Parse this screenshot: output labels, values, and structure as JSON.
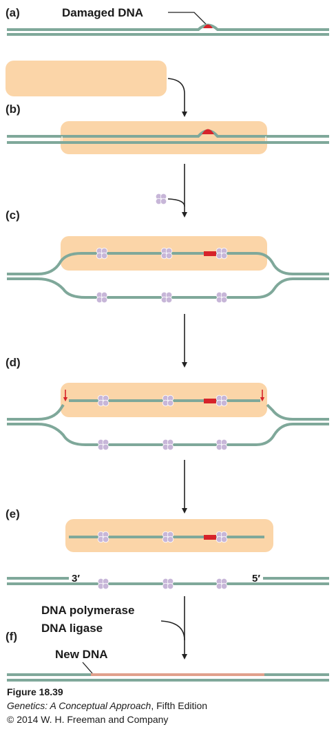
{
  "panels": {
    "a": "(a)",
    "b": "(b)",
    "c": "(c)",
    "d": "(d)",
    "e": "(e)",
    "f": "(f)"
  },
  "labels": {
    "damaged_dna": "Damaged DNA",
    "end_3": "3′",
    "end_5": "5′",
    "dna_polymerase": "DNA polymerase",
    "dna_ligase": "DNA ligase",
    "new_dna": "New DNA"
  },
  "caption": {
    "figure": "Figure 18.39",
    "book": "Genetics: A Conceptual Approach",
    "edition": ", Fifth Edition",
    "copyright": "© 2014 W. H. Freeman and Company"
  },
  "colors": {
    "dna": "#7fa89a",
    "protein": "#fbd5a8",
    "damage": "#d6232a",
    "new_dna": "#e0a08c",
    "ssb": "#c7b6d8",
    "arrow": "#222222"
  }
}
